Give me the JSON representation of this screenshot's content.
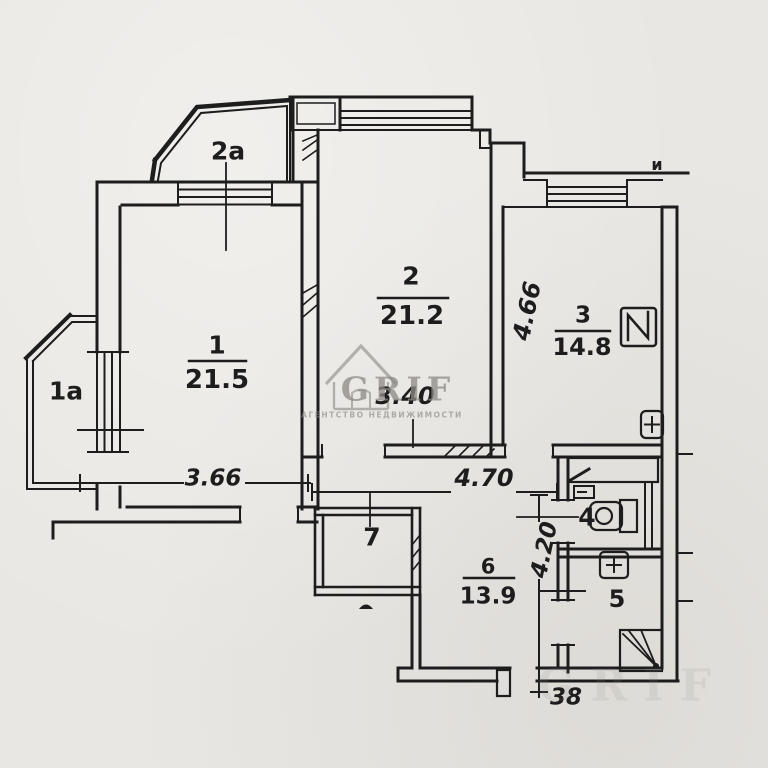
{
  "title": "Apartment floor plan scan",
  "colors": {
    "paper": "#e9e7e3",
    "ink": "#1d1d1d",
    "watermark": "#8d8a85"
  },
  "labels": {
    "room1_number": "1",
    "room1_area": "21.5",
    "room2_number": "2",
    "room2_area": "21.2",
    "room3_number": "3",
    "room3_area": "14.8",
    "room4_number": "4",
    "room5_number": "5",
    "room6_number": "6",
    "room6_area": "13.9",
    "room7_number": "7",
    "balcony_left": "1а",
    "balcony_top": "2а",
    "vent_letter": "и",
    "dim_room1_width": "3.66",
    "dim_room2_width": "3.40",
    "dim_kitchen_depth": "4.66",
    "dim_hall_width": "4.70",
    "dim_hall_depth": "4.20",
    "entrance_mark": "38"
  },
  "watermark": {
    "name": "GRIF",
    "tagline": "АГЕНТСТВО НЕДВИЖИМОСТИ"
  }
}
